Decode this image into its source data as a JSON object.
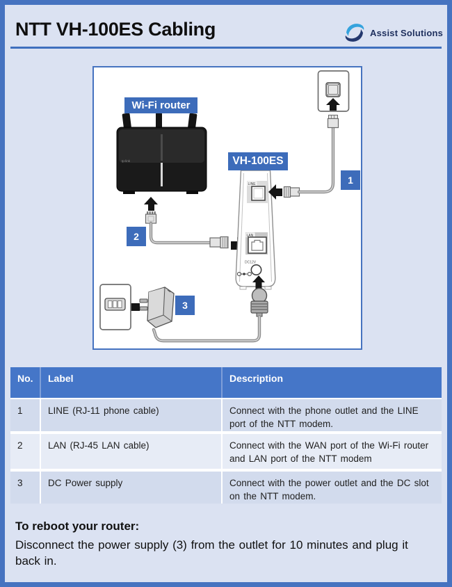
{
  "header": {
    "title": "NTT VH-100ES Cabling",
    "brand": "Assist Solutions"
  },
  "diagram": {
    "router_label": "Wi-Fi router",
    "modem_label": "VH-100ES",
    "router_brand": "tp-link",
    "badges": [
      "1",
      "2",
      "3"
    ],
    "port_labels": {
      "line": "LINE",
      "lan": "LAN",
      "dc": "DC12V"
    }
  },
  "table": {
    "headers": [
      "No.",
      "Label",
      "Description"
    ],
    "rows": [
      {
        "no": "1",
        "label": "LINE (RJ-11 phone cable)",
        "description": "Connect with the phone outlet and the LINE port of the NTT modem."
      },
      {
        "no": "2",
        "label": "LAN (RJ-45 LAN cable)",
        "description": "Connect with the WAN port of the Wi-Fi router and LAN port of the NTT modem"
      },
      {
        "no": "3",
        "label": "DC Power supply",
        "description": "Connect with the power outlet and the DC slot on the NTT modem."
      }
    ]
  },
  "footer": {
    "heading": "To reboot your router:",
    "body": "Disconnect the power supply (3) from the outlet for 10 minutes and plug it back in."
  },
  "colors": {
    "accent_blue": "#4472C4",
    "label_blue": "#3d6cba",
    "page_background": "#dbe2f2",
    "brand_navy": "#1e2f5d",
    "brand_light_blue": "#35a3dd"
  }
}
